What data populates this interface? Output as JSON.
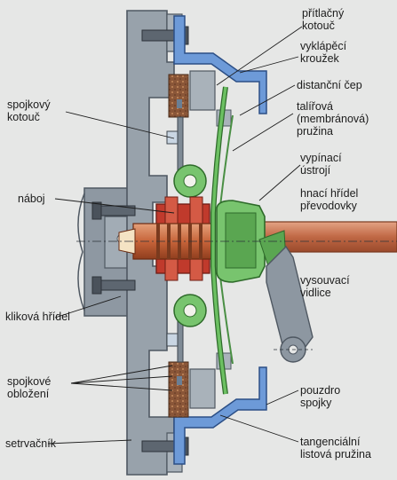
{
  "labels": {
    "pressure_plate": "přítlačný\nkotouč",
    "release_ring": "vyklápěcí\nkroužek",
    "spacer_pin": "distanční čep",
    "diaphragm_spring": "talířová\n(membránová)\npružina",
    "release_mechanism": "vypínací\nústrojí",
    "gearbox_shaft": "hnací hřídel\npřevodovky",
    "release_fork": "vysouvací\nvidlice",
    "clutch_housing": "pouzdro\nspojky",
    "tangential_spring": "tangenciální\nlistová pružina",
    "clutch_disc": "spojkový\nkotouč",
    "hub": "náboj",
    "crankshaft": "kliková hřídel",
    "clutch_linings": "spojkové\nobložení",
    "flywheel": "setrvačník"
  },
  "colors": {
    "background": "#e6e7e6",
    "steel_gray": "#98a2ab",
    "steel_dark": "#5d6670",
    "cover_blue": "#3f6fb1",
    "cover_blue_light": "#6d9ad8",
    "spring_green": "#4fae4a",
    "bearing_green": "#78c46e",
    "shaft_copper": "#c7643a",
    "hub_red": "#c03a2c",
    "lining_brown": "#8a5638",
    "label_text": "#1c1c1c"
  }
}
